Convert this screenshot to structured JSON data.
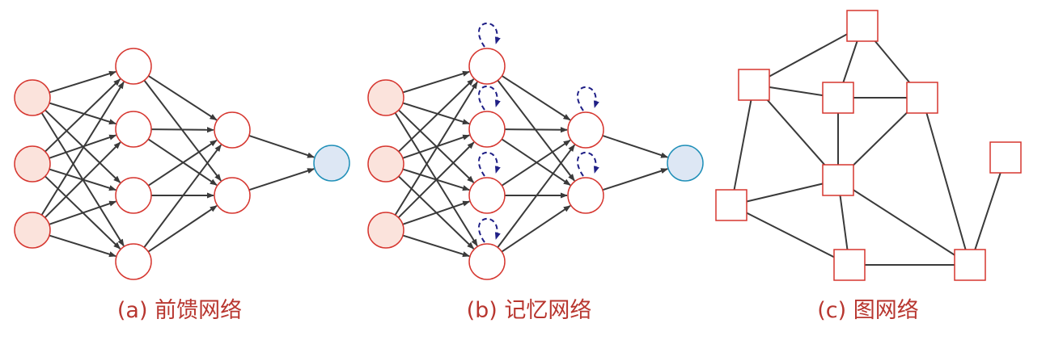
{
  "colors": {
    "input_fill": "#fbe3dc",
    "node_stroke": "#d6362f",
    "hidden_fill": "#ffffff",
    "output_fill": "#dde7f4",
    "output_stroke": "#1f8fb8",
    "edge": "#3a3a3a",
    "recurrent": "#1f1f86",
    "caption": "#b8362f"
  },
  "panels": [
    {
      "id": "feedforward",
      "caption": "(a) 前馈网络"
    },
    {
      "id": "memory",
      "caption": "(b) 记忆网络"
    },
    {
      "id": "graph",
      "caption": "(c) 图网络"
    }
  ]
}
